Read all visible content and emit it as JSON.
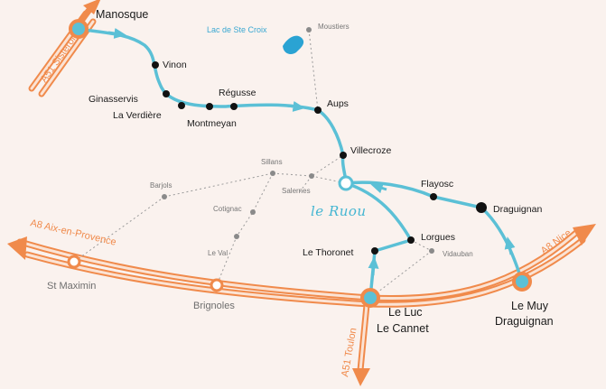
{
  "highways": {
    "a51_sisteron": "A51 Sisteron",
    "a8_aix": "A8 Aix-en-Provence",
    "a8_nice": "A8 Nice",
    "a51_toulon": "A51 Toulon"
  },
  "lake": {
    "label": "Lac de Ste Croix"
  },
  "brand": {
    "label": "le Ruou"
  },
  "towns_route": {
    "manosque": "Manosque",
    "vinon": "Vinon",
    "ginasservis": "Ginasservis",
    "la_verdiere": "La Verdière",
    "regusse": "Régusse",
    "montmeyan": "Montmeyan",
    "aups": "Aups",
    "villecroze": "Villecroze",
    "flayosc": "Flayosc",
    "draguignan": "Draguignan",
    "lorgues": "Lorgues",
    "le_thoronet": "Le Thoronet",
    "le_luc": "Le Luc",
    "le_cannet": "Le Cannet",
    "le_muy": "Le Muy",
    "le_muy_draguignan": "Draguignan"
  },
  "towns_minor": {
    "moustiers": "Moustiers",
    "sillans": "Sillans",
    "salernes": "Salernes",
    "barjols": "Barjols",
    "cotignac": "Cotignac",
    "le_val": "Le Val",
    "vidauban": "Vidauban",
    "st_maximin": "St Maximin",
    "brignoles": "Brignoles"
  },
  "colors": {
    "route": "#5bc0d6",
    "highway": "#f08a4b",
    "lake": "#2aa3d3",
    "background": "#faf2ee"
  }
}
